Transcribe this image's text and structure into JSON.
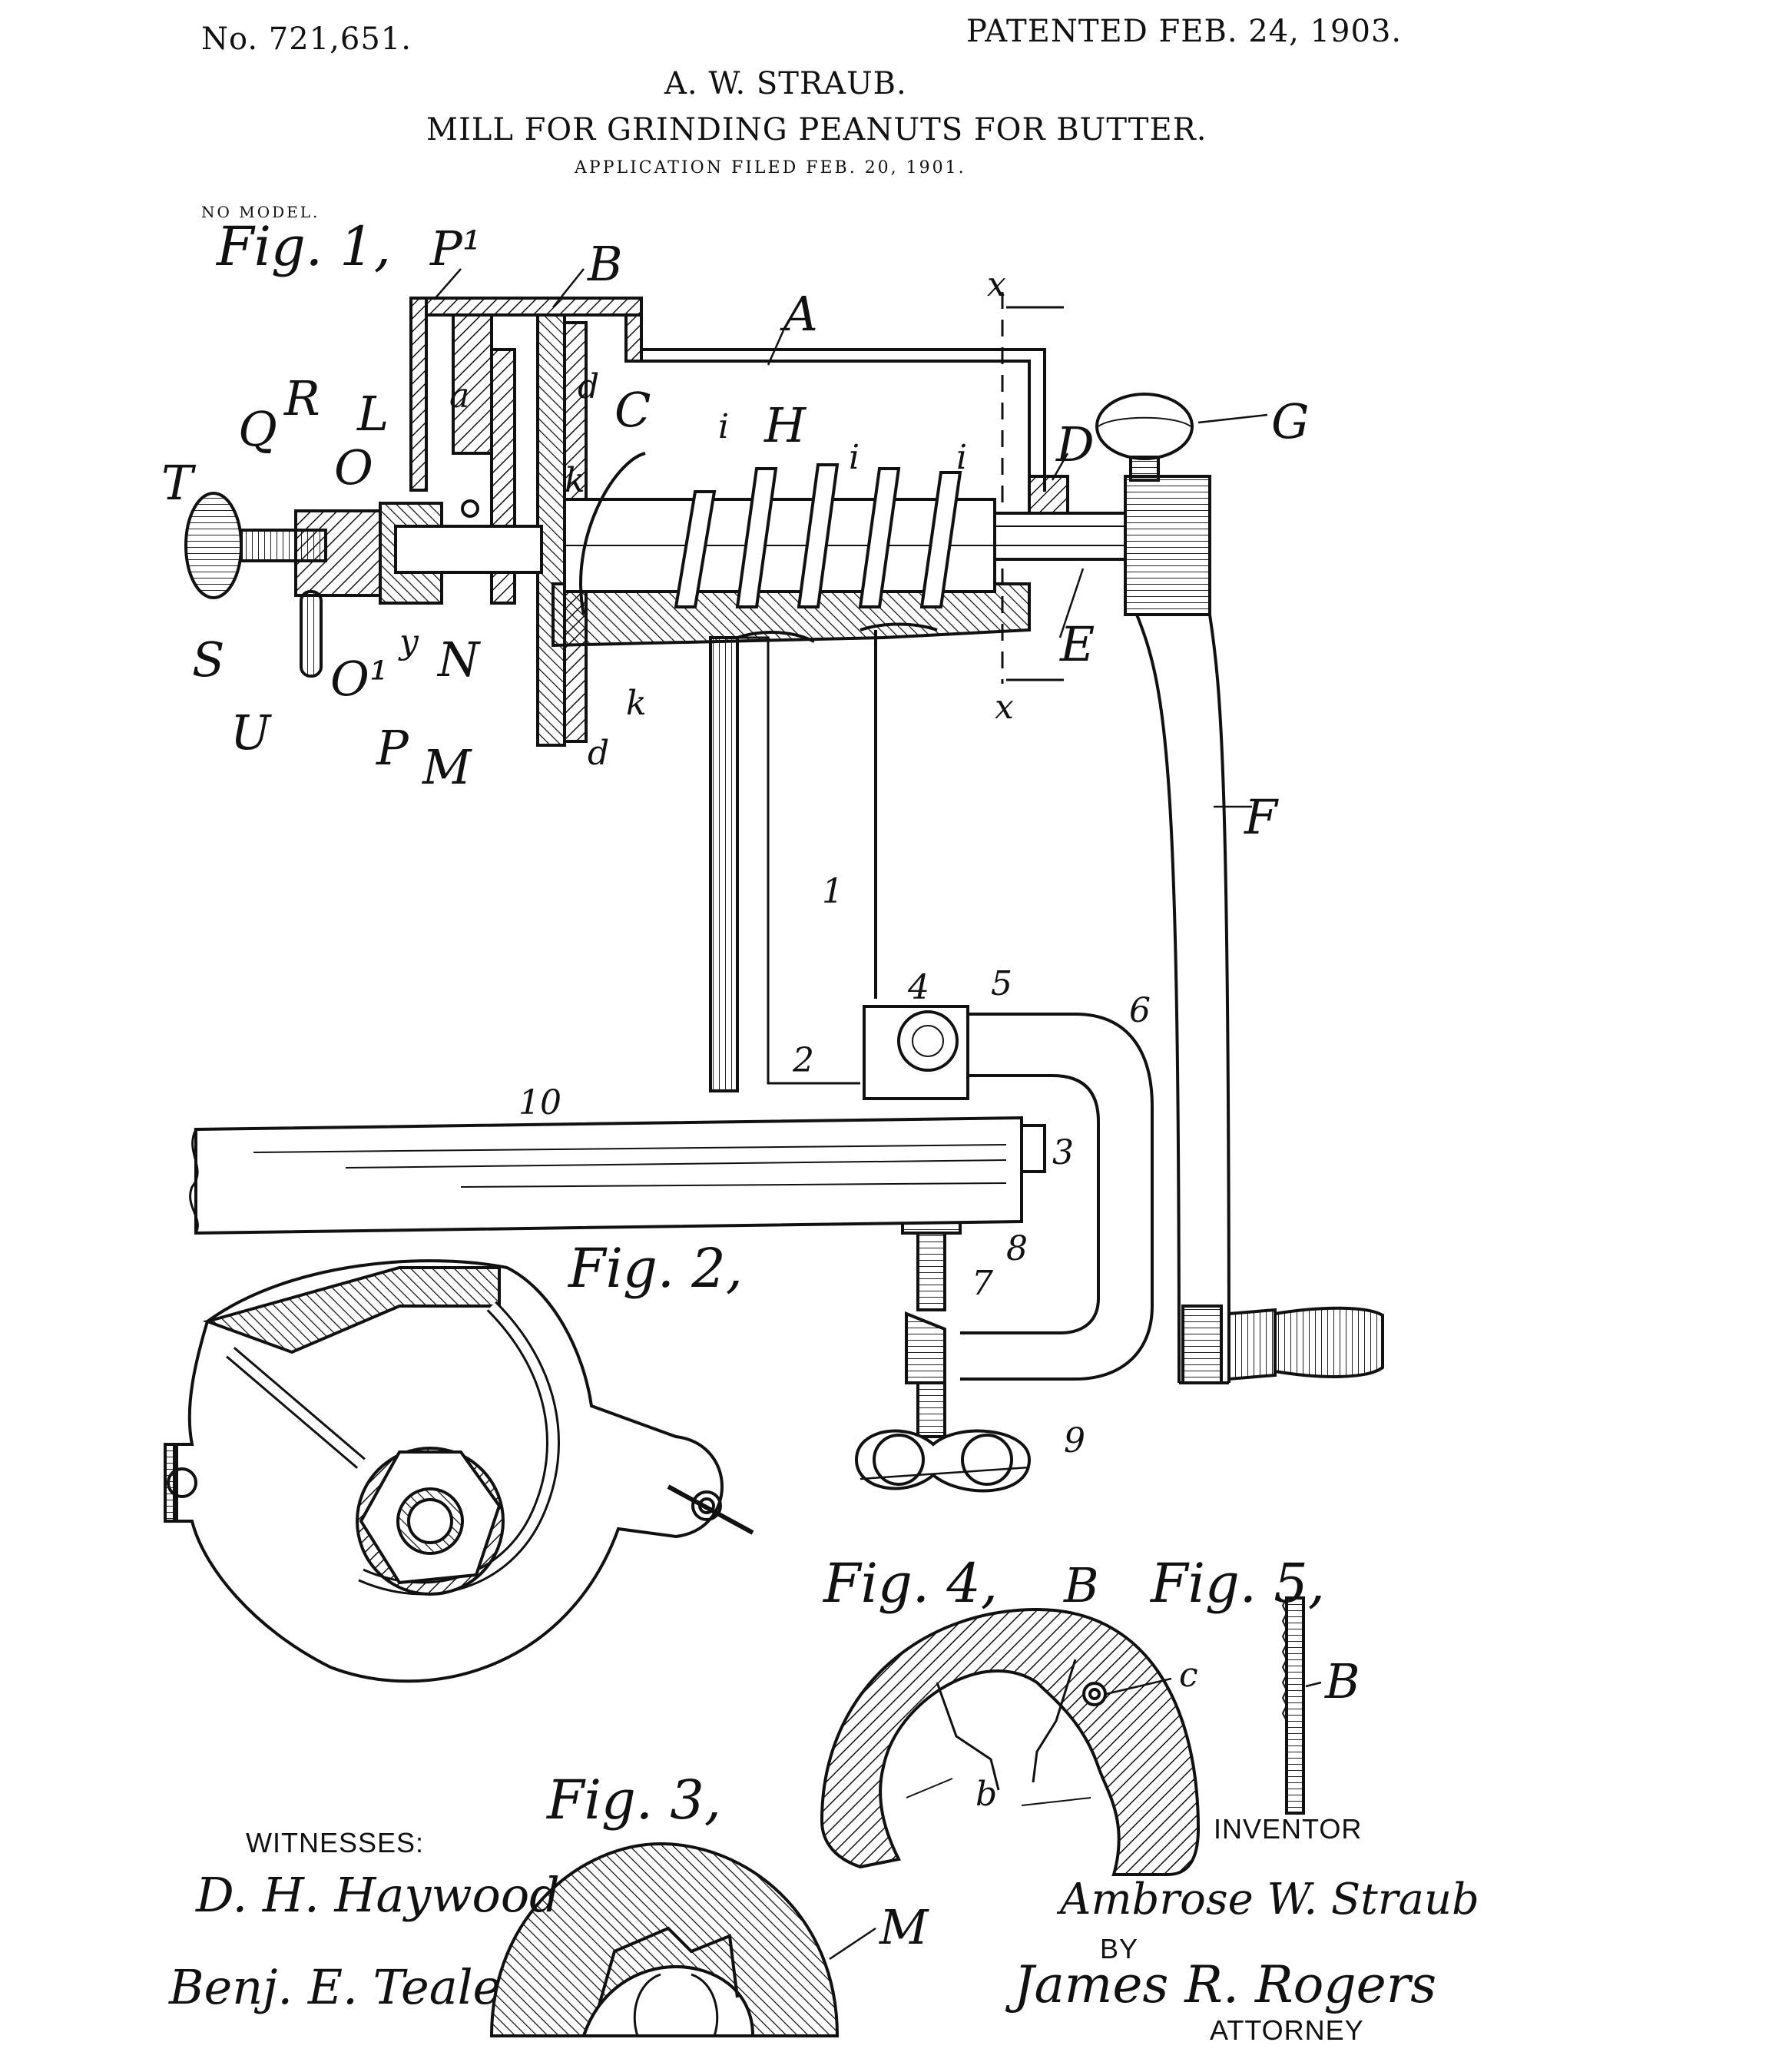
{
  "header": {
    "patent_number": "No. 721,651.",
    "patent_date": "PATENTED FEB. 24, 1903.",
    "inventor_name": "A. W. STRAUB.",
    "title": "MILL FOR GRINDING PEANUTS FOR BUTTER.",
    "application": "APPLICATION FILED FEB. 20, 1901.",
    "model_note": "NO MODEL."
  },
  "figures": {
    "fig1": "Fig. 1,",
    "fig2": "Fig. 2,",
    "fig3": "Fig. 3,",
    "fig4": "Fig. 4,",
    "fig5": "Fig. 5,"
  },
  "fig1_labels": [
    "P¹",
    "B",
    "A",
    "x",
    "d",
    "C",
    "a",
    "H",
    "i",
    "i",
    "i",
    "G",
    "D",
    "R",
    "L",
    "Q",
    "O",
    "k",
    "T",
    "E",
    "S",
    "y",
    "O¹",
    "N",
    "k",
    "x",
    "U",
    "P",
    "M",
    "d",
    "F",
    "1",
    "4",
    "5",
    "6",
    "2",
    "10",
    "3",
    "8",
    "7",
    "9"
  ],
  "fig4_labels": [
    "B",
    "c",
    "b"
  ],
  "fig5_labels": [
    "B"
  ],
  "fig3_labels": [
    "M"
  ],
  "footer": {
    "witnesses_label": "WITNESSES:",
    "witness_1": "D. H. Haywood",
    "witness_2": "Benj. E. Teale",
    "inventor_label": "INVENTOR",
    "inventor_signature": "Ambrose W. Straub",
    "by_label": "BY",
    "attorney_signature": "James R. Rogers",
    "attorney_label": "ATTORNEY"
  }
}
